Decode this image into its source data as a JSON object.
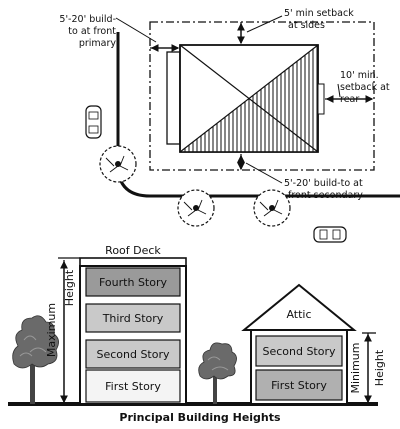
{
  "site_plan": {
    "callouts": {
      "front_primary": [
        "5'-20' build-",
        "to at front",
        "primary"
      ],
      "side_setback": [
        "5' min setback",
        "at sides"
      ],
      "rear_setback": [
        "10' min.",
        "setback at",
        "rear"
      ],
      "front_secondary": [
        "5'-20' build-to at",
        "front secondary"
      ]
    }
  },
  "tall_building": {
    "roof_label": "Roof Deck",
    "stories": [
      "Fourth Story",
      "Third Story",
      "Second Story",
      "First Story"
    ],
    "story_colors": [
      "#9a9a9a",
      "#c9c9c9",
      "#c9c9c9",
      "#f4f4f4"
    ],
    "height_label": [
      "Maximum",
      "Height"
    ]
  },
  "short_building": {
    "attic_label": "Attic",
    "stories": [
      "Second Story",
      "First Story"
    ],
    "story_colors": [
      "#c9c9c9",
      "#b0b0b0"
    ],
    "height_label": [
      "Minimum",
      "Height"
    ]
  },
  "caption": "Principal Building Heights"
}
